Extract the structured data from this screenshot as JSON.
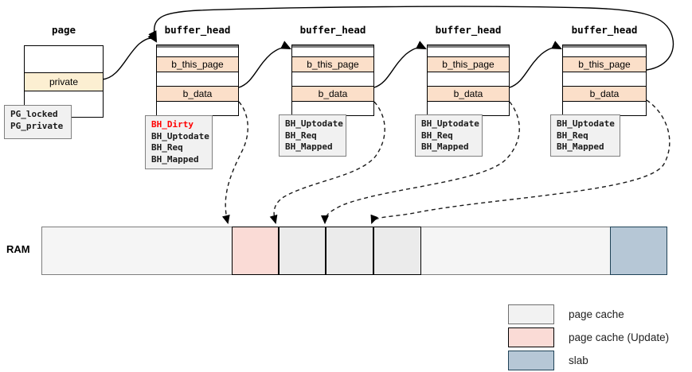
{
  "diagram": {
    "page": {
      "title": "page",
      "rows": [
        {
          "label": "",
          "fill": "none"
        },
        {
          "label": "private",
          "fill": "yellow"
        },
        {
          "label": "",
          "fill": "none"
        }
      ],
      "flags": [
        "PG_locked",
        "PG_private"
      ]
    },
    "buffer_heads": [
      {
        "title": "buffer_head",
        "rows": [
          {
            "label": "",
            "fill": "none"
          },
          {
            "label": "b_this_page",
            "fill": "orange"
          },
          {
            "label": "",
            "fill": "none"
          },
          {
            "label": "b_data",
            "fill": "orange"
          },
          {
            "label": "",
            "fill": "none"
          }
        ],
        "flags": [
          "BH_Dirty",
          "BH_Uptodate",
          "BH_Req",
          "BH_Mapped"
        ],
        "dirty_flag": "BH_Dirty"
      },
      {
        "title": "buffer_head",
        "rows": [
          {
            "label": "",
            "fill": "none"
          },
          {
            "label": "b_this_page",
            "fill": "orange"
          },
          {
            "label": "",
            "fill": "none"
          },
          {
            "label": "b_data",
            "fill": "orange"
          },
          {
            "label": "",
            "fill": "none"
          }
        ],
        "flags": [
          "BH_Uptodate",
          "BH_Req",
          "BH_Mapped"
        ],
        "dirty_flag": ""
      },
      {
        "title": "buffer_head",
        "rows": [
          {
            "label": "",
            "fill": "none"
          },
          {
            "label": "b_this_page",
            "fill": "orange"
          },
          {
            "label": "",
            "fill": "none"
          },
          {
            "label": "b_data",
            "fill": "orange"
          },
          {
            "label": "",
            "fill": "none"
          }
        ],
        "flags": [
          "BH_Uptodate",
          "BH_Req",
          "BH_Mapped"
        ],
        "dirty_flag": ""
      },
      {
        "title": "buffer_head",
        "rows": [
          {
            "label": "",
            "fill": "none"
          },
          {
            "label": "b_this_page",
            "fill": "orange"
          },
          {
            "label": "",
            "fill": "none"
          },
          {
            "label": "b_data",
            "fill": "orange"
          },
          {
            "label": "",
            "fill": "none"
          }
        ],
        "flags": [
          "BH_Uptodate",
          "BH_Req",
          "BH_Mapped"
        ],
        "dirty_flag": ""
      }
    ],
    "ram": {
      "label": "RAM",
      "blocks": [
        {
          "kind": "page-cache-update"
        },
        {
          "kind": "page-cache"
        },
        {
          "kind": "page-cache"
        },
        {
          "kind": "page-cache"
        },
        {
          "kind": "slab"
        }
      ]
    },
    "legend": {
      "items": [
        {
          "label": "page cache",
          "color": "#f2f2f2"
        },
        {
          "label": "page cache (Update)",
          "color": "#fadbd6"
        },
        {
          "label": "slab",
          "color": "#b6c7d6"
        }
      ]
    },
    "colors": {
      "orange": "#fbdfc9",
      "yellow": "#fcefd2",
      "page_cache": "#f2f2f2",
      "page_cache_update": "#fadbd6",
      "slab": "#b6c7d6",
      "slab_border": "#1f4257",
      "dirty_text": "#ff0000"
    }
  }
}
